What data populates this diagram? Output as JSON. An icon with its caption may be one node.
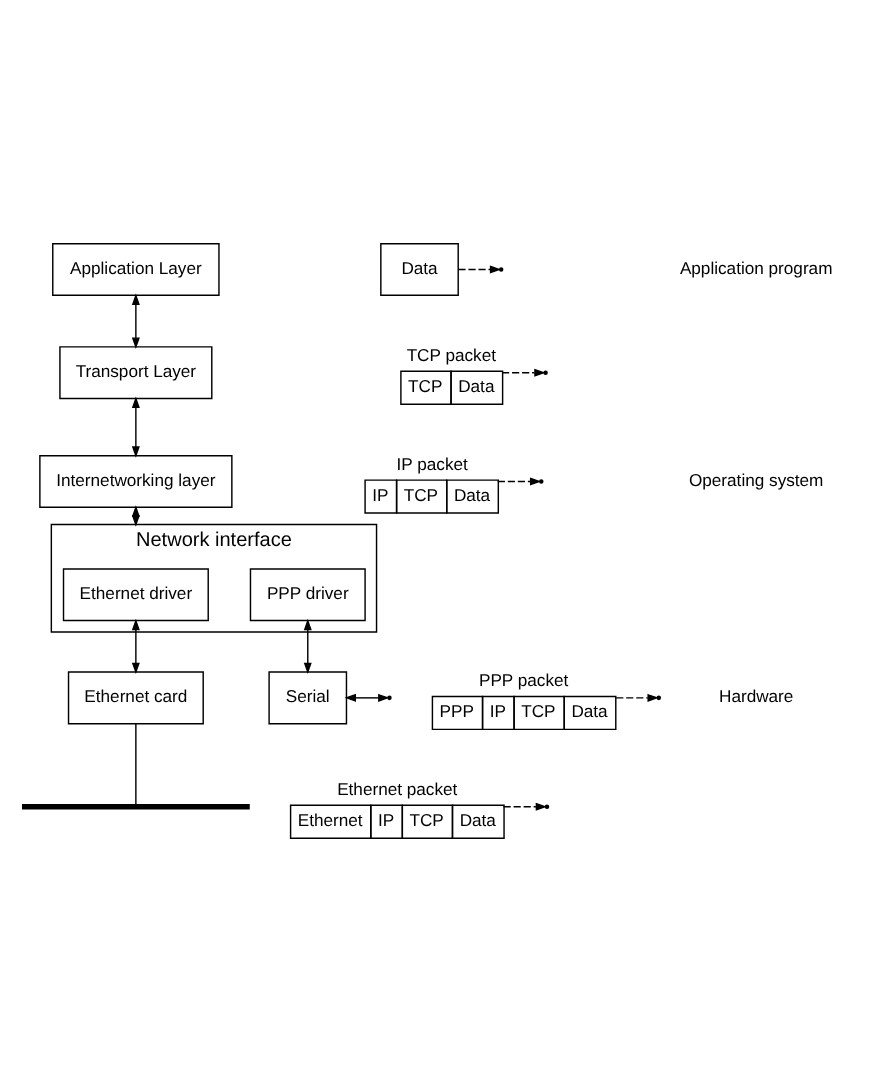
{
  "diagram": {
    "nodes": [
      {
        "text": [
          "Application Layer"
        ]
      },
      {
        "text": [
          "Transport Layer"
        ]
      },
      {
        "text": [
          "Internetworking layer"
        ]
      },
      {
        "text": [
          "Network interface"
        ]
      },
      {
        "text": [
          "Ethernet driver"
        ],
        "in": 3
      },
      {
        "text": [
          "PPP driver"
        ],
        "in": 3
      },
      {
        "text": [
          "Ethernet card"
        ]
      },
      {
        "text": [
          "Serial"
        ]
      },
      {
        "text": [
          "Data"
        ]
      },
      {
        "text": [
          "TCP packet",
          "TCP",
          "Data"
        ]
      },
      {
        "text": [
          "IP packet",
          "IP",
          "TCP",
          "Data"
        ]
      },
      {
        "text": [
          "PPP packet",
          "PPP",
          "IP",
          "TCP",
          "Data"
        ]
      },
      {
        "text": [
          "Ethernet packet",
          "Ethernet",
          "IP",
          "TCP",
          "Data"
        ]
      },
      {
        "text": [],
        "shape": "bar"
      }
    ],
    "edges": [
      {
        "from": 0,
        "to": 1,
        "arrow": "both"
      },
      {
        "from": 8,
        "to": null,
        "arrow": "to",
        "style": "dashed"
      },
      {
        "from": 1,
        "to": 2,
        "arrow": "both"
      },
      {
        "from": 9,
        "to": null,
        "arrow": "to",
        "style": "dashed"
      },
      {
        "from": 2,
        "to": 3,
        "arrow": "both"
      },
      {
        "from": 10,
        "to": null,
        "arrow": "to",
        "style": "dashed"
      },
      {
        "from": 4,
        "to": 6,
        "arrow": "both"
      },
      {
        "from": 5,
        "to": 7,
        "arrow": "both"
      },
      {
        "from": 7,
        "to": null,
        "arrow": "both"
      },
      {
        "from": 11,
        "to": null,
        "arrow": "to",
        "style": "dashed"
      },
      {
        "from": 6,
        "to": 13,
        "arrow": "none"
      },
      {
        "from": 12,
        "to": null,
        "arrow": "to",
        "style": "dashed"
      }
    ],
    "labels": [
      "Application program",
      "Operating system",
      "Hardware"
    ]
  }
}
